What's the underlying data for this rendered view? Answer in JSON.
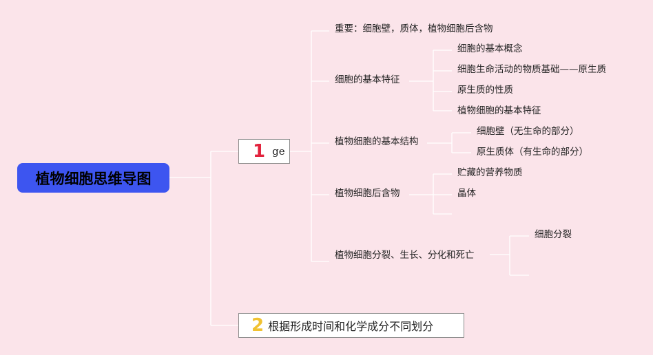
{
  "root": {
    "title": "植物细胞思维导图"
  },
  "branch1": {
    "number": "1",
    "label": "ge"
  },
  "branch2": {
    "number": "2",
    "label": "根据形成时间和化学成分不同划分"
  },
  "level2": [
    "重要：细胞壁，质体，植物细胞后含物",
    "细胞的基本特征",
    "植物细胞的基本结构",
    "植物细胞后含物",
    "植物细胞分裂、生长、分化和死亡"
  ],
  "features": [
    "细胞的基本概念",
    "细胞生命活动的物质基础——原生质",
    "原生质的性质",
    "植物细胞的基本特征"
  ],
  "structure": [
    "细胞壁（无生命的部分）",
    "原生质体（有生命的部分）"
  ],
  "ergastic": [
    "贮藏的营养物质",
    "晶体"
  ],
  "division": [
    "细胞分裂"
  ],
  "colors": {
    "background": "#fbe4ea",
    "root": "#3d55f0",
    "num1": "#e2233d",
    "num2": "#f1c232",
    "line": "#ffffff"
  }
}
